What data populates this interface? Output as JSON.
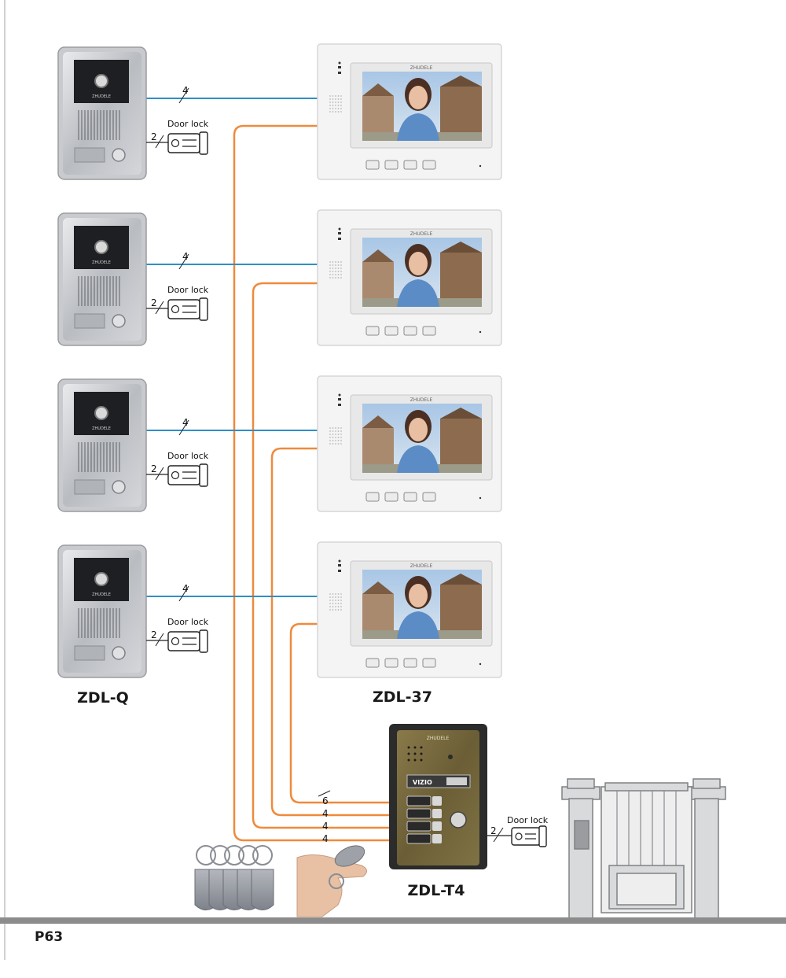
{
  "labels": {
    "door_lock": "Door lock",
    "outdoor_unit_model": "ZDL-Q",
    "monitor_model": "ZDL-37",
    "main_panel_model": "ZDL-T4",
    "page_number": "P63",
    "brand": "ZHUDELE",
    "panel_sign": "VIZIO"
  },
  "wire_counts": {
    "door_station_to_monitor": "4",
    "door_station_to_lock": "2",
    "panel_to_lock": "2",
    "panel_inputs": [
      "6",
      "4",
      "4",
      "4"
    ]
  },
  "colors": {
    "blue_wire": "#2f8fc7",
    "orange_wire": "#ef8a3c",
    "ground": "#8c8c8c"
  },
  "units": [
    "unit-1",
    "unit-2",
    "unit-3",
    "unit-4"
  ]
}
